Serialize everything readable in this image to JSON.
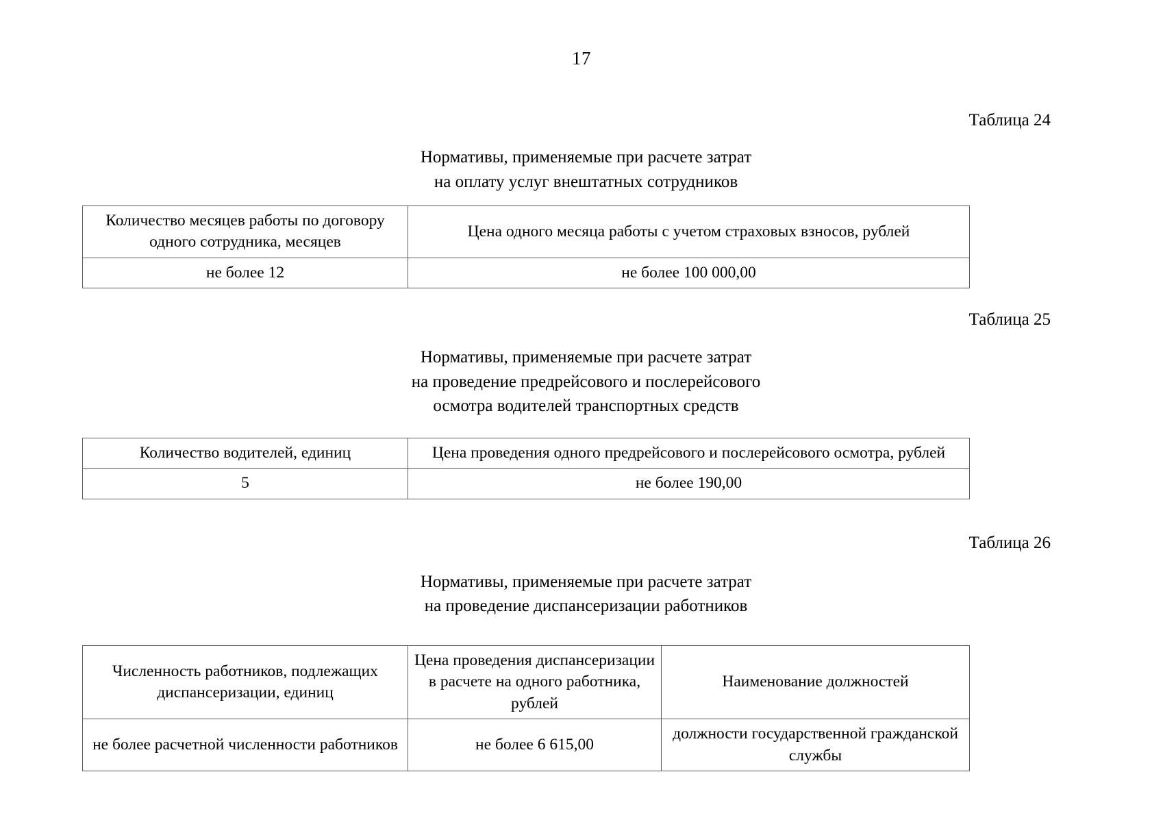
{
  "document": {
    "page_number": "17"
  },
  "blocks": [
    {
      "label": "Таблица 24",
      "title_lines": [
        "Нормативы, применяемые при расчете затрат",
        "на оплату услуг внештатных сотрудников"
      ],
      "table": {
        "headers": [
          "Количество месяцев работы по договору одного сотрудника, месяцев",
          "Цена одного месяца работы с учетом страховых взносов, рублей"
        ],
        "header_lines": [
          [
            "Количество месяцев работы по договору",
            "одного сотрудника, месяцев"
          ],
          [
            "Цена одного месяца работы с учетом страховых взносов, рублей"
          ]
        ],
        "rows": [
          [
            "не более 12",
            "не более 100 000,00"
          ]
        ]
      }
    },
    {
      "label": "Таблица 25",
      "title_lines": [
        "Нормативы, применяемые при расчете затрат",
        "на проведение предрейсового и послерейсового",
        "осмотра водителей транспортных средств"
      ],
      "table": {
        "headers": [
          "Количество водителей, единиц",
          "Цена проведения одного предрейсового и послерейсового осмотра, рублей"
        ],
        "header_lines": [
          [
            "Количество водителей, единиц"
          ],
          [
            "Цена проведения одного предрейсового и послерейсового осмотра, рублей"
          ]
        ],
        "rows": [
          [
            "5",
            "не более 190,00"
          ]
        ]
      }
    },
    {
      "label": "Таблица 26",
      "title_lines": [
        "Нормативы, применяемые при расчете затрат",
        "на проведение диспансеризации работников"
      ],
      "table": {
        "headers": [
          "Численность работников, подлежащих диспансеризации, единиц",
          "Цена проведения диспансеризации в расчете на одного работника, рублей",
          "Наименование должностей"
        ],
        "header_lines": [
          [
            "Численность работников, подлежащих",
            "диспансеризации, единиц"
          ],
          [
            "Цена проведения диспансеризации",
            "в расчете на одного работника,",
            "рублей"
          ],
          [
            "Наименование должностей"
          ]
        ],
        "rows": [
          [
            [
              "не более расчетной численности работников"
            ],
            [
              "не более 6 615,00"
            ],
            [
              "должности государственной гражданской",
              "службы"
            ]
          ]
        ]
      }
    }
  ]
}
